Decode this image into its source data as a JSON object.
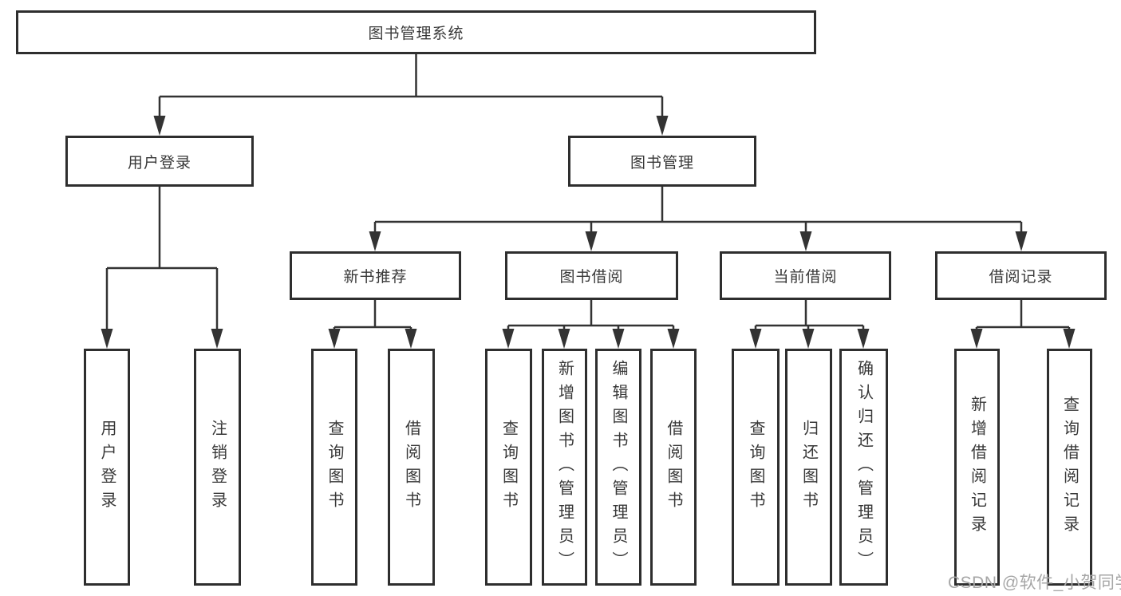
{
  "tree": {
    "root": {
      "label": "图书管理系统",
      "children": [
        {
          "label": "用户登录",
          "children": [
            {
              "label": "用户登录"
            },
            {
              "label": "注销登录"
            }
          ]
        },
        {
          "label": "图书管理",
          "children": [
            {
              "label": "新书推荐",
              "children": [
                {
                  "label": "查询图书"
                },
                {
                  "label": "借阅图书"
                }
              ]
            },
            {
              "label": "图书借阅",
              "children": [
                {
                  "label": "查询图书"
                },
                {
                  "label": "新增图书（管理员）"
                },
                {
                  "label": "编辑图书（管理员）"
                },
                {
                  "label": "借阅图书"
                }
              ]
            },
            {
              "label": "当前借阅",
              "children": [
                {
                  "label": "查询图书"
                },
                {
                  "label": "归还图书"
                },
                {
                  "label": "确认归还（管理员）"
                }
              ]
            },
            {
              "label": "借阅记录",
              "children": [
                {
                  "label": "新增借阅记录"
                },
                {
                  "label": "查询借阅记录"
                }
              ]
            }
          ]
        }
      ]
    }
  },
  "watermark": "CSDN @软件_小贺同学",
  "colors": {
    "line": "#333333",
    "box_border": "#2e2e2e",
    "text": "#383838",
    "watermark": "#a6a6a6",
    "background": "#ffffff"
  }
}
